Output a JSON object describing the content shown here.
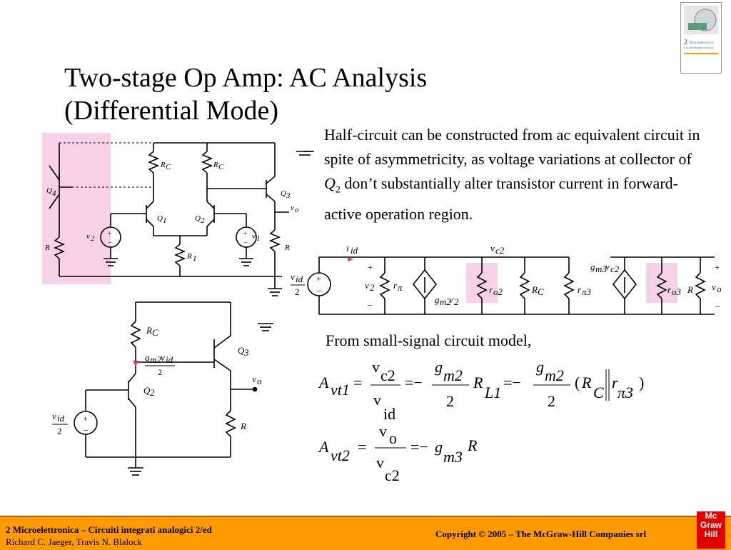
{
  "title_line1": "Two-stage Op Amp: AC Analysis",
  "title_line2": "(Differential Mode)",
  "description": {
    "part1": "Half-circuit can be constructed from ac equivalent circuit in spite of asymmetricity, as voltage variations at collector of ",
    "q_symbol": "Q",
    "q_sub": "2",
    "part2": " don’t substantially alter transistor current in forward-active operation region."
  },
  "model_intro": "From small-signal circuit model,",
  "book_cover": {
    "number": "2",
    "title": "Microelettronica",
    "subtitle": "Circuiti integrati analogici"
  },
  "labels": {
    "rc": "R",
    "rc_sub": "C",
    "q1": "Q",
    "q1_sub": "1",
    "q2": "Q",
    "q2_sub": "2",
    "q3": "Q",
    "q3_sub": "3",
    "q4": "Q",
    "q4_sub": "4",
    "r1": "R",
    "r1_sub": "1",
    "r": "R",
    "v1": "v",
    "v1_sub": "1",
    "v2": "v",
    "v2_sub": "2",
    "vo": "v",
    "vo_sub": "o",
    "iid": "i",
    "iid_sub": "id",
    "vc2": "v",
    "vc2_sub": "c2",
    "gm2v2": "g",
    "gm2v2_sub": "m2",
    "gm2v2_tail": "v",
    "gm2v2_tail_sub": "2",
    "gm3vc2": "g",
    "gm3vc2_sub": "m3",
    "gm3vc2_tail": "v",
    "gm3vc2_tail_sub": "c2",
    "rpi": "r",
    "rpi_sub": "π",
    "ro2": "r",
    "ro2_sub": "o2",
    "rpi3": "r",
    "rpi3_sub": "π3",
    "ro3": "r",
    "ro3_sub": "o3",
    "vid": "v",
    "vid_sub": "id",
    "two": "2",
    "plus": "+",
    "minus": "–",
    "gm2vid": "g",
    "gm2vid_sub": "m2",
    "gm2vid_v": "v",
    "gm2vid_vsub": "id"
  },
  "equations": {
    "avt1": {
      "A": "A",
      "A_sub": "vt1",
      "eq": "=",
      "num1": "v",
      "num1_sub": "c2",
      "den1": "v",
      "den1_sub": "id",
      "eq2": "=−",
      "num2": "g",
      "num2_sub": "m2",
      "den2": "2",
      "R": "R",
      "R_sub": "L1",
      "eq3": "=−",
      "num3": "g",
      "num3_sub": "m2",
      "den3": "2",
      "paren_open": "(",
      "RC": "R",
      "RC_sub": "C",
      "r": "r",
      "r_sub": "π3",
      "paren_close": ")"
    },
    "avt2": {
      "A": "A",
      "A_sub": "vt2",
      "eq": "=",
      "num": "v",
      "num_sub": "o",
      "den": "v",
      "den_sub": "c2",
      "eq2": "=−",
      "g": "g",
      "g_sub": "m3",
      "R": "R"
    }
  },
  "footer": {
    "left_line1": "2 Microelettronica – Circuiti integrati analogici 2/ed",
    "left_line2": "Richard C. Jaeger, Travis N. Blalock",
    "right": "Copyright © 2005 – The McGraw-Hill Companies srl",
    "logo": [
      "Mc",
      "Graw",
      "Hill"
    ]
  },
  "colors": {
    "highlight": "#f7d2e6",
    "footer": "#ff9a00",
    "logo": "#e00000",
    "arrow": "#e0348a"
  }
}
